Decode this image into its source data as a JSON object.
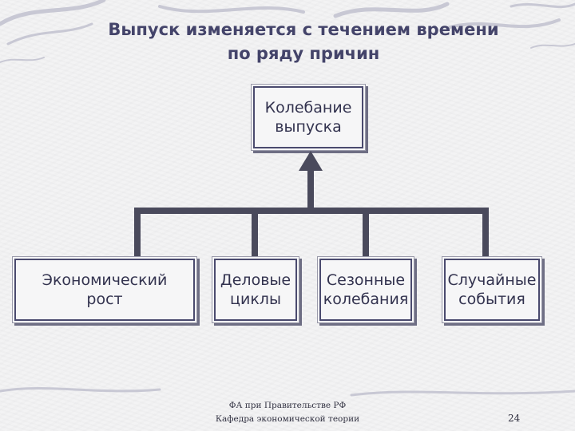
{
  "title": {
    "line1": "Выпуск изменяется с течением времени",
    "line2": "по ряду причин"
  },
  "root": {
    "line1": "Колебание",
    "line2": "выпуска"
  },
  "children": [
    {
      "line1": "Экономический",
      "line2": "рост"
    },
    {
      "line1": "Деловые",
      "line2": "циклы"
    },
    {
      "line1": "Сезонные",
      "line2": "колебания"
    },
    {
      "line1": "Случайные",
      "line2": "события"
    }
  ],
  "footer": {
    "line1": "ФА при Правительстве РФ",
    "line2": "Кафедра экономической теории"
  },
  "page_number": "24",
  "colors": {
    "text": "#33334f",
    "box_border": "#4a4a6e",
    "connector": "#4a4a5c",
    "background": "#f3f3f4"
  }
}
